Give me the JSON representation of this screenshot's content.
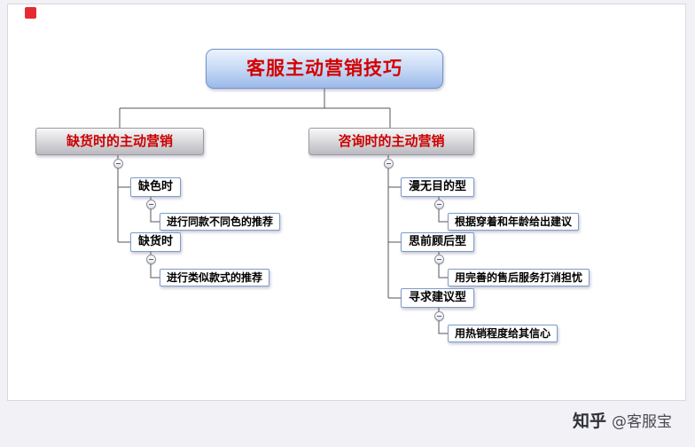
{
  "mindmap": {
    "root": {
      "label": "客服主动营销技巧"
    },
    "branches": [
      {
        "label": "缺货时的主动营销",
        "children": [
          {
            "label": "缺色时",
            "detail": "进行同款不同色的推荐"
          },
          {
            "label": "缺货时",
            "detail": "进行类似款式的推荐"
          }
        ]
      },
      {
        "label": "咨询时的主动营销",
        "children": [
          {
            "label": "漫无目的型",
            "detail": "根据穿着和年龄给出建议"
          },
          {
            "label": "思前顾后型",
            "detail": "用完善的售后服务打消担忧"
          },
          {
            "label": "寻求建议型",
            "detail": "用热销程度给其信心"
          }
        ]
      }
    ]
  },
  "watermark": {
    "brand": "知乎",
    "handle": "@客服宝"
  },
  "colors": {
    "accent_red": "#cc0000",
    "root_fill_top": "#eaf3fe",
    "root_fill_bottom": "#9ab9ea",
    "branch_fill_top": "#f8f8f8",
    "branch_fill_bottom": "#b9b9bf",
    "node_border": "#7e9cc9",
    "connector_line": "#55555c",
    "marker_red": "#e62a32"
  }
}
